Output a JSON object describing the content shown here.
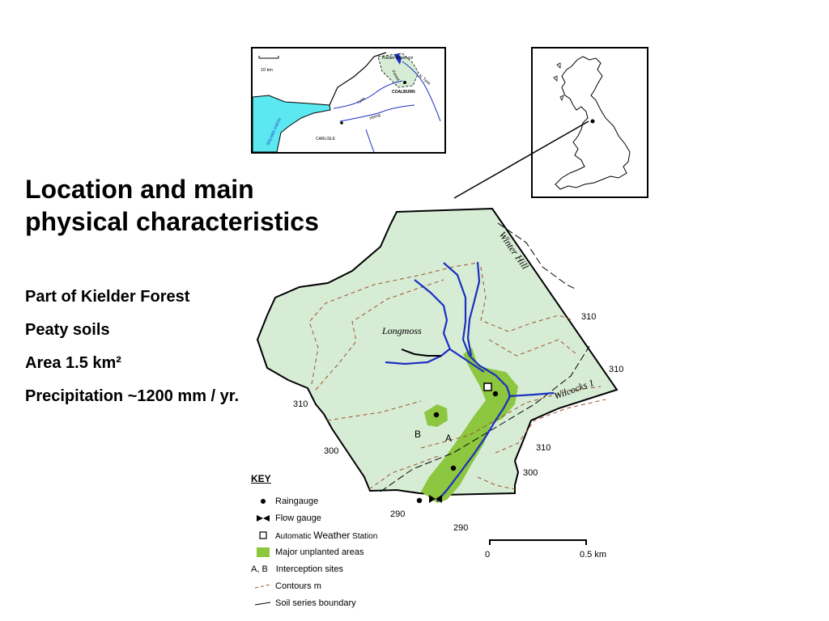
{
  "title_lines": [
    "Location and main",
    "physical characteristics"
  ],
  "facts": [
    "Part of Kielder Forest",
    "Peaty soils",
    "Area 1.5 km²",
    "Precipitation ~1200 mm / yr."
  ],
  "regional_map": {
    "scale_label": "10 km",
    "reservoir_label": "Kielder Reservoir",
    "forest_label": "Forest",
    "river_label_ntyne": "N. Tyne",
    "coalburn_label": "COALBURN",
    "river_label_lyne": "Lyne",
    "river_label_irthing": "Irthing",
    "carlisle_label": "CARLISLE",
    "firth_label": "SOLWAY FIRTH"
  },
  "map_labels": {
    "winter_hill": "Winter Hill",
    "longmoss": "Longmoss",
    "wilcocks": "Wilcocks 1",
    "site_a": "A",
    "site_b": "B"
  },
  "contour_labels": {
    "c310_ne": "310",
    "c310_e": "310",
    "c310_w": "310",
    "c300_w": "300",
    "c310_se": "310",
    "c300_se": "300",
    "c290_s": "290",
    "c290_b": "290"
  },
  "key": {
    "title": "KEY",
    "raingauge": "Raingauge",
    "flow_gauge": "Flow gauge",
    "weather_prefix": "Automatic ",
    "weather_word": "Weather",
    "weather_suffix": " Station",
    "unplanted": "Major unplanted areas",
    "interception_code": "A, B",
    "interception": "Interception sites",
    "contours": "Contours  m",
    "soil_boundary": "Soil series boundary"
  },
  "scale_bar": {
    "start": "0",
    "end": "0.5 km"
  },
  "colors": {
    "catchment_fill": "#d6ecd5",
    "unplanted": "#8dc63f",
    "stream": "#1b2fc0",
    "contour": "#a0522d",
    "sea": "#5ce8f0"
  }
}
